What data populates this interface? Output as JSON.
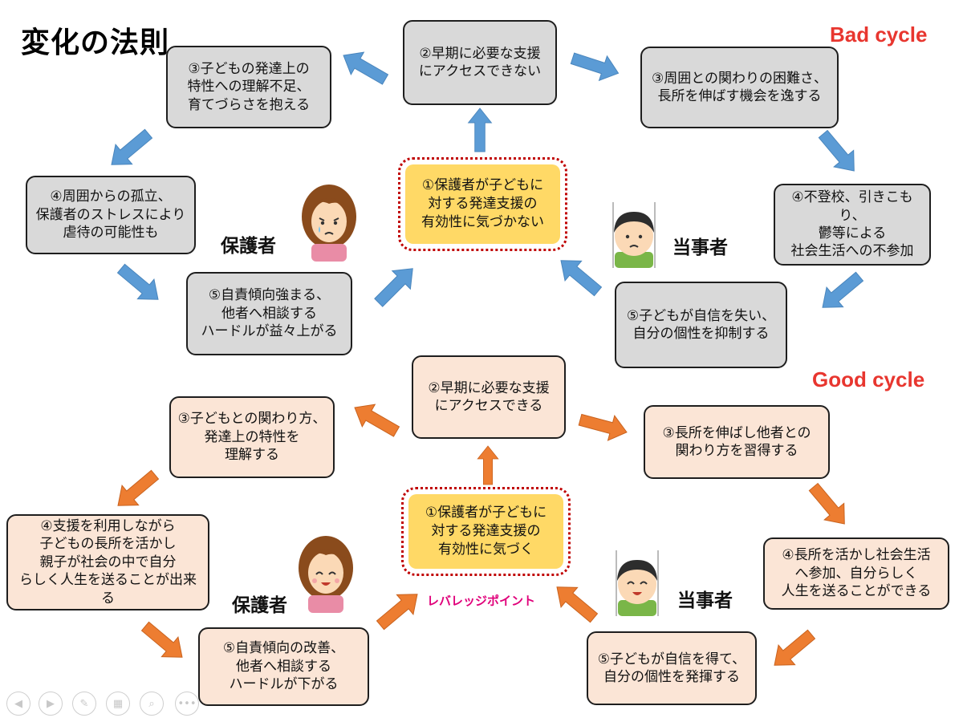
{
  "title": "変化の法則",
  "bad_cycle": {
    "label": "Bad cycle",
    "center": "①保護者が子どもに\n対する発達支援の\n有効性に気づかない",
    "step2": "②早期に必要な支援\nにアクセスできない",
    "step3_parent": "③子どもの発達上の\n特性への理解不足、\n育てづらさを抱える",
    "step3_child": "③周囲との関わりの困難さ、\n長所を伸ばす機会を逸する",
    "step4_parent": "④周囲からの孤立、\n保護者のストレスにより\n虐待の可能性も",
    "step4_child": "④不登校、引きこもり、\n鬱等による\n社会生活への不参加",
    "step5_parent": "⑤自責傾向強まる、\n他者へ相談する\nハードルが益々上がる",
    "step5_child": "⑤子どもが自信を失い、\n自分の個性を抑制する",
    "parent_label": "保護者",
    "child_label": "当事者"
  },
  "good_cycle": {
    "label": "Good cycle",
    "center": "①保護者が子どもに\n対する発達支援の\n有効性に気づく",
    "step2": "②早期に必要な支援\nにアクセスできる",
    "step3_parent": "③子どもとの関わり方、\n発達上の特性を\n理解する",
    "step3_child": "③長所を伸ばし他者との\n関わり方を習得する",
    "step4_parent": "④支援を利用しながら\n子どもの長所を活かし\n親子が社会の中で自分\nらしく人生を送ることが出来る",
    "step4_child": "④長所を活かし社会生活\nへ参加、自分らしく\n人生を送ることができる",
    "step5_parent": "⑤自責傾向の改善、\n他者へ相談する\nハードルが下がる",
    "step5_child": "⑤子どもが自信を得て、\n自分の個性を発揮する",
    "parent_label": "保護者",
    "child_label": "当事者",
    "leverage_point": "レバレッジポイント"
  },
  "colors": {
    "bad_arrow": "#5b9bd5",
    "good_arrow": "#ed7d31",
    "bad_box": "#d9d9d9",
    "good_box": "#fbe5d6",
    "center_fill": "#ffd966",
    "cycle_label": "#e8362f",
    "leverage": "#e0007a"
  },
  "slideshow_controls": {
    "prev": "previous-icon",
    "next": "next-icon",
    "pen": "pen-icon",
    "slides": "slides-icon",
    "zoom": "zoom-icon",
    "more": "more-icon"
  }
}
